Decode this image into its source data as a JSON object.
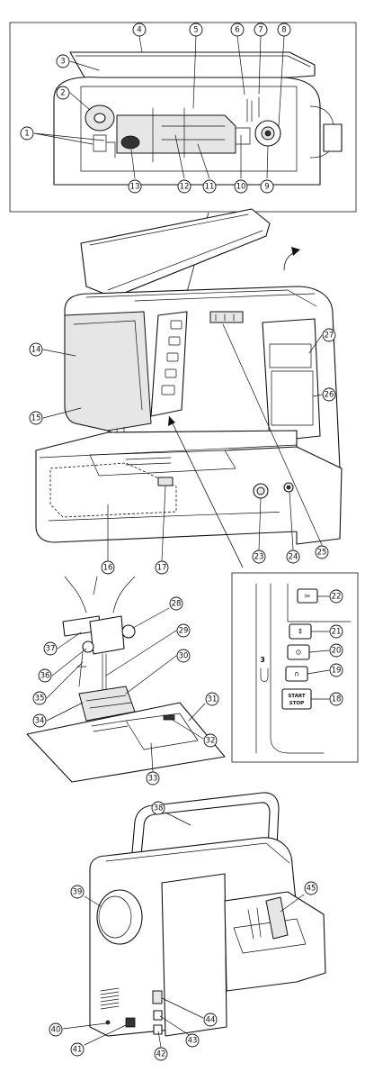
{
  "callouts": [
    {
      "n": "1",
      "label": "①"
    },
    {
      "n": "2",
      "label": "②"
    },
    {
      "n": "3",
      "label": "③"
    },
    {
      "n": "4",
      "label": "④"
    },
    {
      "n": "5",
      "label": "⑤"
    },
    {
      "n": "6",
      "label": "⑥"
    },
    {
      "n": "7",
      "label": "⑦"
    },
    {
      "n": "8",
      "label": "⑧"
    },
    {
      "n": "9",
      "label": "⑨"
    },
    {
      "n": "10",
      "label": "⑩"
    },
    {
      "n": "11",
      "label": "⑪"
    },
    {
      "n": "12",
      "label": "⑫"
    },
    {
      "n": "13",
      "label": "⑬"
    },
    {
      "n": "14",
      "label": "⑭"
    },
    {
      "n": "15",
      "label": "⑮"
    },
    {
      "n": "16",
      "label": "⑯"
    },
    {
      "n": "17",
      "label": "⑰"
    },
    {
      "n": "18",
      "label": "⑱"
    },
    {
      "n": "19",
      "label": "⑲"
    },
    {
      "n": "20",
      "label": "⑳"
    },
    {
      "n": "21",
      "label": "㉑"
    },
    {
      "n": "22",
      "label": "㉒"
    },
    {
      "n": "23",
      "label": "㉓"
    },
    {
      "n": "24",
      "label": "㉔"
    },
    {
      "n": "25",
      "label": "㉕"
    },
    {
      "n": "26",
      "label": "㉖"
    },
    {
      "n": "27",
      "label": "㉗"
    },
    {
      "n": "28",
      "label": "㉘"
    },
    {
      "n": "29",
      "label": "㉙"
    },
    {
      "n": "30",
      "label": "㉚"
    },
    {
      "n": "31",
      "label": "㉛"
    },
    {
      "n": "32",
      "label": "㉜"
    },
    {
      "n": "33",
      "label": "㉝"
    },
    {
      "n": "34",
      "label": "㉞"
    },
    {
      "n": "35",
      "label": "㉟"
    },
    {
      "n": "36",
      "label": "㊱"
    },
    {
      "n": "37",
      "label": "㊲"
    },
    {
      "n": "38",
      "label": "㊳"
    },
    {
      "n": "39",
      "label": "㊴"
    },
    {
      "n": "40",
      "label": "㊵"
    },
    {
      "n": "41",
      "label": "㊶"
    },
    {
      "n": "42",
      "label": "㊷"
    },
    {
      "n": "43",
      "label": "㊸"
    },
    {
      "n": "44",
      "label": "㊹"
    },
    {
      "n": "45",
      "label": "㊺"
    }
  ],
  "button_panel": {
    "start_stop_line1": "START",
    "start_stop_line2": "STOP",
    "thread_tension_mark": "3"
  },
  "icons": {
    "thread_cutter": "scissors-icon",
    "needle_up_down": "needle-up-down-icon",
    "auto_lock": "auto-lock-icon",
    "reverse": "reverse-stitch-icon",
    "start_stop": "start-stop-icon"
  }
}
